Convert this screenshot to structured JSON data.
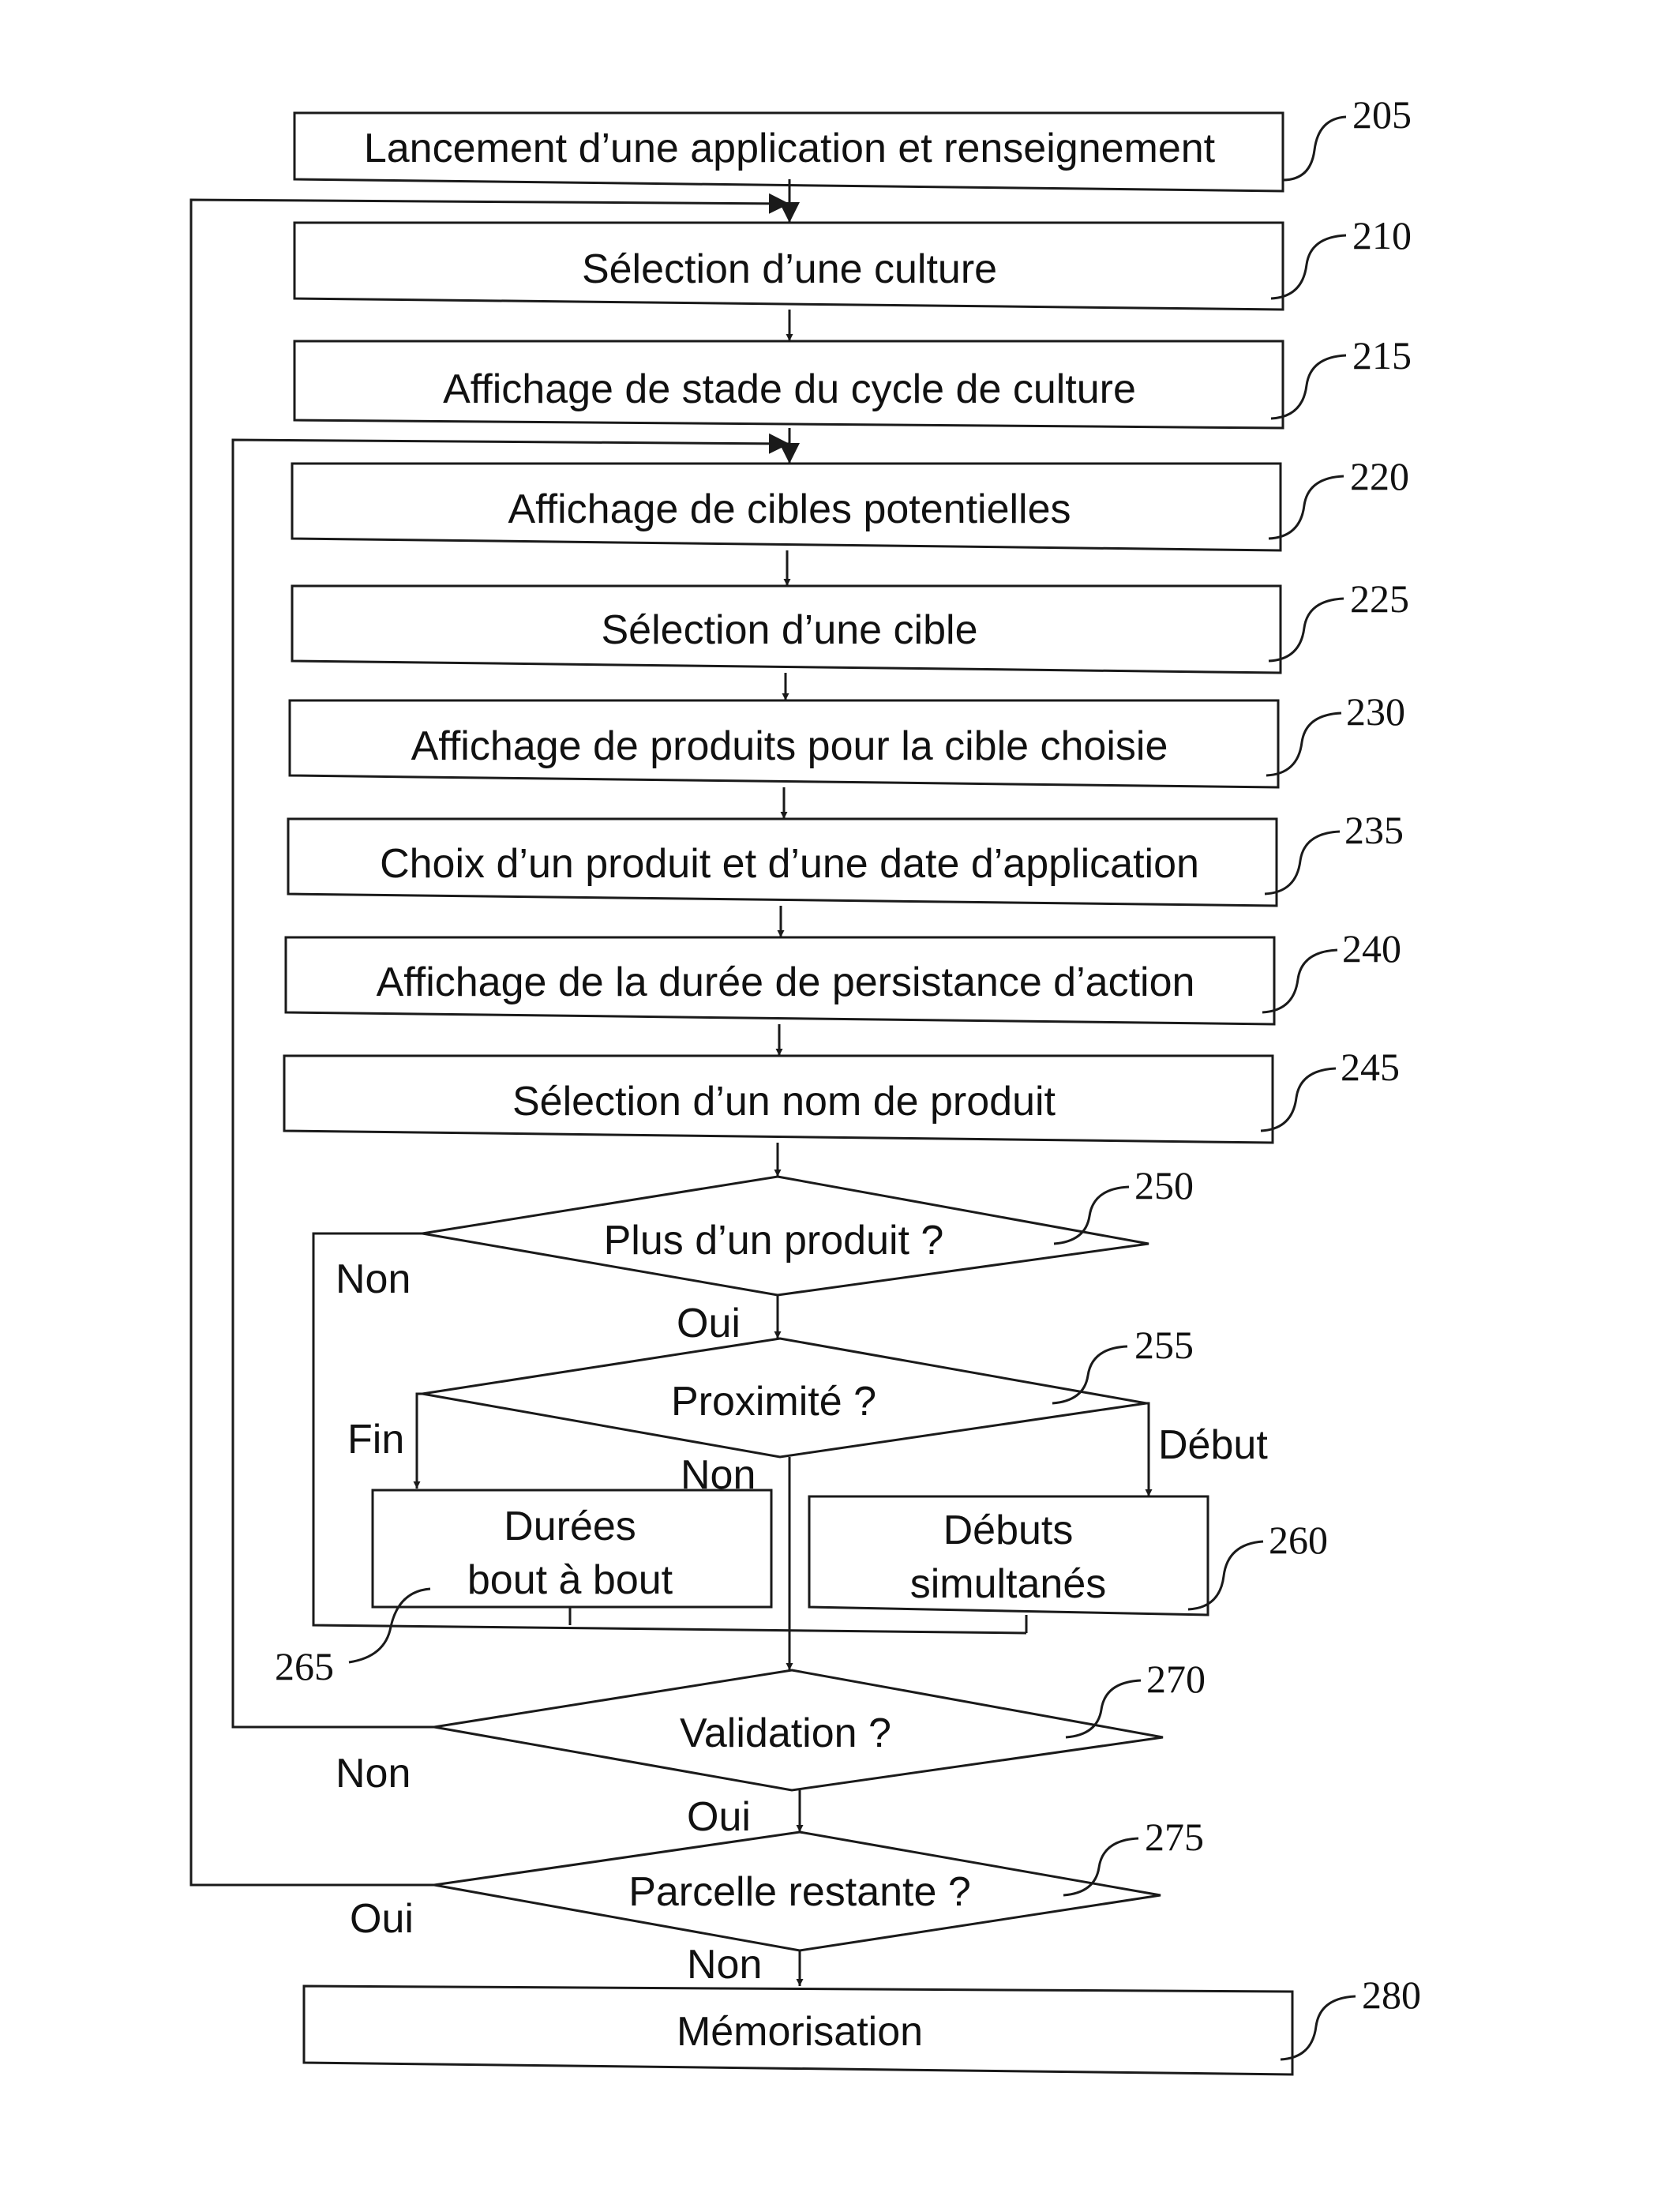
{
  "steps": {
    "s205": {
      "ref": "205",
      "text": "Lancement d’une application et renseignement"
    },
    "s210": {
      "ref": "210",
      "text": "Sélection d’une culture"
    },
    "s215": {
      "ref": "215",
      "text": "Affichage de stade du cycle de culture"
    },
    "s220": {
      "ref": "220",
      "text": "Affichage de cibles potentielles"
    },
    "s225": {
      "ref": "225",
      "text": "Sélection d’une cible"
    },
    "s230": {
      "ref": "230",
      "text": "Affichage de produits pour la cible choisie"
    },
    "s235": {
      "ref": "235",
      "text": "Choix d’un produit et d’une date d’application"
    },
    "s240": {
      "ref": "240",
      "text": "Affichage de la durée de persistance d’action"
    },
    "s245": {
      "ref": "245",
      "text": "Sélection d’un nom de produit"
    },
    "s250": {
      "ref": "250",
      "text": "Plus d’un produit ?"
    },
    "s255": {
      "ref": "255",
      "text": "Proximité ?"
    },
    "s260": {
      "ref": "260",
      "line1": "Débuts",
      "line2": "simultanés"
    },
    "s265": {
      "ref": "265",
      "line1": "Durées",
      "line2": "bout à bout"
    },
    "s270": {
      "ref": "270",
      "text": "Validation ?"
    },
    "s275": {
      "ref": "275",
      "text": "Parcelle restante ?"
    },
    "s280": {
      "ref": "280",
      "text": "Mémorisation"
    }
  },
  "branches": {
    "non_250": "Non",
    "oui_250": "Oui",
    "fin_255": "Fin",
    "debut_255": "Début",
    "non_255": "Non",
    "non_270": "Non",
    "oui_270": "Oui",
    "oui_275": "Oui",
    "non_275": "Non"
  }
}
